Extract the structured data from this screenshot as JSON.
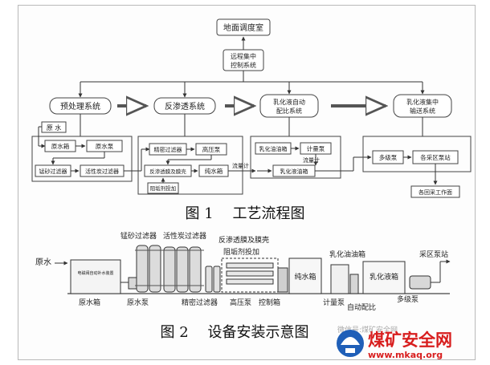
{
  "fig1": {
    "caption": "图 1　 工艺流程图",
    "top": {
      "dispatch_room": "地面调度室",
      "remote_control": [
        "远程集中",
        "控制系统"
      ]
    },
    "stages": [
      {
        "label": "预处理系统"
      },
      {
        "label": "反渗透系统"
      },
      {
        "label": [
          "乳化液自动",
          "配比系统"
        ]
      },
      {
        "label": [
          "乳化液集中",
          "输送系统"
        ]
      }
    ],
    "pre": {
      "raw_water": "原 水",
      "raw_tank": "原水箱",
      "raw_pump": "原水泵",
      "mn_filter": "锰砂过滤器",
      "carbon_filter": "活性炭过滤器"
    },
    "ro": {
      "precision_filter": "精密过滤器",
      "hp_pump": "高压泵",
      "membrane": "反渗透膜及膜壳",
      "pure_tank": "纯水箱",
      "antiscalant": "阻垢剂投加"
    },
    "mix": {
      "oil_tank": "乳化油油箱",
      "meter_pump": "计量泵",
      "flowmeter": "流量计",
      "liquid_tank": "乳化液油箱",
      "flow_label": "流量计"
    },
    "conv": {
      "multi_pump": "多级泵",
      "station": "各采区泵站",
      "face": "各回采工作面"
    }
  },
  "fig2": {
    "caption": "图 2　 设备安装示意图",
    "labels": {
      "raw_water": "原水",
      "mn_filter": "锰砂过滤器",
      "carbon_filter": "活性炭过滤器",
      "membrane": "反渗透膜及膜壳",
      "antiscalant": "阻垢剂投加",
      "pure_tank": "纯水箱",
      "oil_tank": "乳化油油箱",
      "liquid_tank": "乳化液箱",
      "station": "采区泵站",
      "raw_tank": "原水箱",
      "raw_pump": "原水泵",
      "precision_filter": "精密过滤器",
      "hp_pump": "高压泵",
      "cabinet": "控制箱",
      "meter_pump": "计量泵",
      "auto_mix": "自动配比",
      "multi_pump": "多级泵",
      "device_label": "电磁阀自动补水装置"
    }
  },
  "watermark": {
    "text_cn": "煤矿安全网",
    "url": "www.mkaq.org",
    "wechat": "微信号:煤矿安全网",
    "brand_color": "#d81e1e"
  }
}
